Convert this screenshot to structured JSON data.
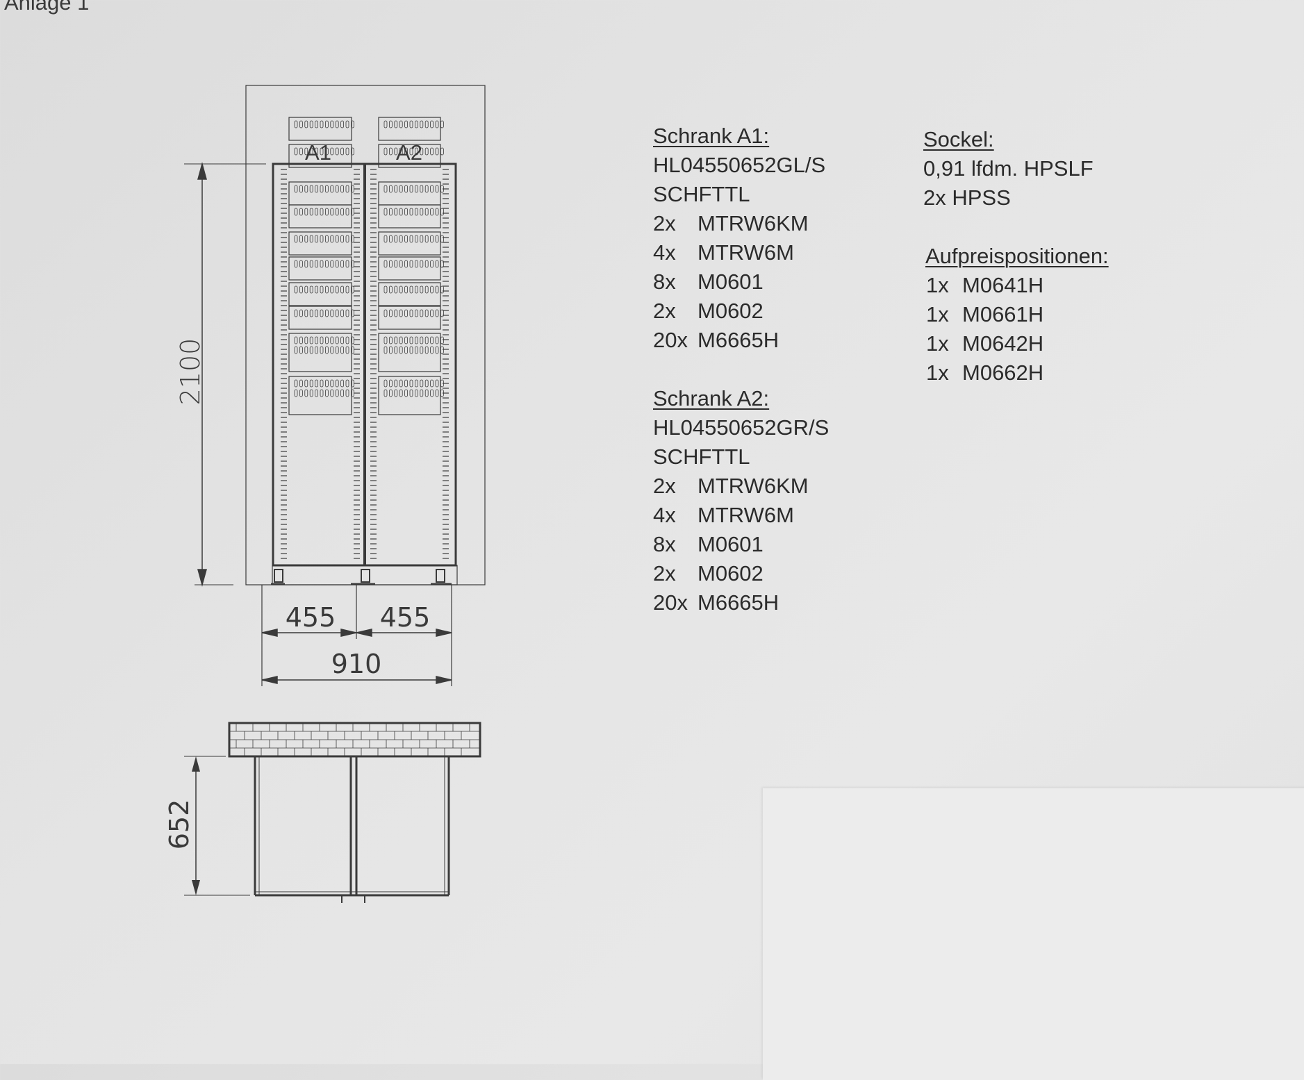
{
  "header": {
    "title": "Anlage 1"
  },
  "drawing": {
    "cabinet_labels": [
      "A1",
      "A2"
    ],
    "height_dim": "2100",
    "width_dims": [
      "455",
      "455"
    ],
    "total_width_dim": "910",
    "depth_dim": "652",
    "line_color": "#3a3a3a"
  },
  "schrank_a1": {
    "title": "Schrank A1:",
    "lines": [
      "HL04550652GL/S",
      "SCHFTTL"
    ],
    "items": [
      {
        "qty": "2x",
        "code": "MTRW6KM"
      },
      {
        "qty": "4x",
        "code": "MTRW6M"
      },
      {
        "qty": "8x",
        "code": "M0601"
      },
      {
        "qty": "2x",
        "code": "M0602"
      },
      {
        "qty": "20x",
        "code": "M6665H"
      }
    ]
  },
  "schrank_a2": {
    "title": "Schrank A2:",
    "lines": [
      "HL04550652GR/S",
      "SCHFTTL"
    ],
    "items": [
      {
        "qty": "2x",
        "code": "MTRW6KM"
      },
      {
        "qty": "4x",
        "code": "MTRW6M"
      },
      {
        "qty": "8x",
        "code": "M0601"
      },
      {
        "qty": "2x",
        "code": "M0602"
      },
      {
        "qty": "20x",
        "code": "M6665H"
      }
    ]
  },
  "sockel": {
    "title": "Sockel:",
    "lines": [
      "0,91 lfdm. HPSLF",
      "2x HPSS"
    ]
  },
  "aufpreis": {
    "title": "Aufpreispositionen:",
    "items": [
      {
        "qty": "1x",
        "code": "M0641H"
      },
      {
        "qty": "1x",
        "code": "M0661H"
      },
      {
        "qty": "1x",
        "code": "M0642H"
      },
      {
        "qty": "1x",
        "code": "M0662H"
      }
    ]
  }
}
